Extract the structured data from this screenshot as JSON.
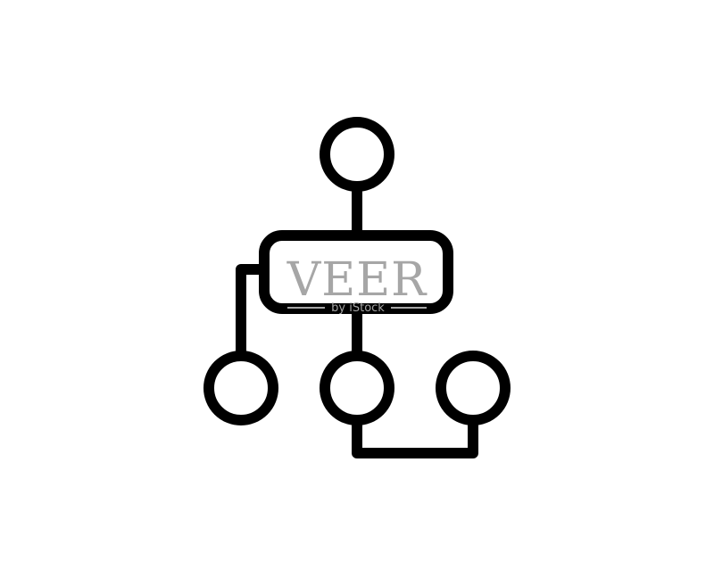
{
  "diagram": {
    "type": "hierarchy-icon",
    "nodes": [
      {
        "id": "top-circle",
        "shape": "circle"
      },
      {
        "id": "center-box",
        "shape": "rounded-rect"
      },
      {
        "id": "left-circle",
        "shape": "circle"
      },
      {
        "id": "middle-circle",
        "shape": "circle"
      },
      {
        "id": "right-circle",
        "shape": "circle"
      }
    ],
    "edges": [
      {
        "from": "top-circle",
        "to": "center-box"
      },
      {
        "from": "center-box",
        "to": "left-circle"
      },
      {
        "from": "center-box",
        "to": "middle-circle"
      },
      {
        "from": "middle-circle",
        "to": "right-circle"
      }
    ]
  },
  "watermark": {
    "brand": "VEER",
    "tagline": "by iStock"
  },
  "colors": {
    "background": "#ffffff",
    "stroke": "#000000",
    "watermark": "#a6a6a6"
  }
}
